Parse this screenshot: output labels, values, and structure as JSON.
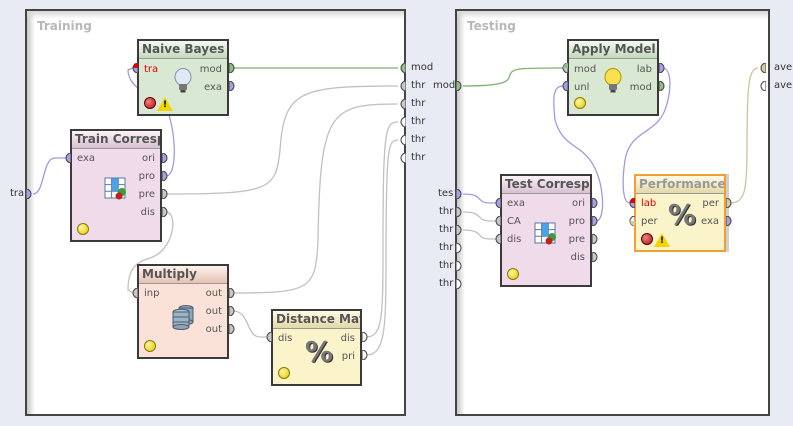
{
  "panels": {
    "training": {
      "title": "Training"
    },
    "testing": {
      "title": "Testing"
    }
  },
  "training_inputs": [
    {
      "label": "tra"
    }
  ],
  "training_outputs": [
    {
      "label": "mod"
    },
    {
      "label": "thr"
    },
    {
      "label": "thr"
    },
    {
      "label": "thr"
    },
    {
      "label": "thr"
    },
    {
      "label": "thr"
    }
  ],
  "testing_inputs": [
    {
      "label": "mod"
    },
    {
      "label": "tes"
    },
    {
      "label": "thr"
    },
    {
      "label": "thr"
    },
    {
      "label": "thr"
    },
    {
      "label": "thr"
    },
    {
      "label": "thr"
    }
  ],
  "testing_outputs": [
    {
      "label": "ave"
    },
    {
      "label": "ave"
    }
  ],
  "operators": {
    "naive_bayes": {
      "title": "Naive Bayes",
      "inputs": [
        "tra"
      ],
      "outputs": [
        "mod",
        "exa"
      ],
      "status": "error",
      "warning": true
    },
    "train_corresp": {
      "title": "Train Corresp...",
      "inputs": [
        "exa"
      ],
      "outputs": [
        "ori",
        "pro",
        "pre",
        "dis"
      ],
      "status": "ok"
    },
    "multiply": {
      "title": "Multiply",
      "inputs": [
        "inp"
      ],
      "outputs": [
        "out",
        "out",
        "out"
      ],
      "status": "ok"
    },
    "distance_matrix": {
      "title": "Distance Matrix",
      "inputs": [
        "dis"
      ],
      "outputs": [
        "dis",
        "pri"
      ],
      "status": "ok"
    },
    "apply_model": {
      "title": "Apply Model",
      "inputs": [
        "mod",
        "unl"
      ],
      "outputs": [
        "lab",
        "mod"
      ],
      "status": "ok"
    },
    "test_corresp": {
      "title": "Test Corresp...",
      "inputs": [
        "exa",
        "CA",
        "dis"
      ],
      "outputs": [
        "ori",
        "pro",
        "pre",
        "dis"
      ],
      "status": "ok"
    },
    "performance": {
      "title": "Performance",
      "inputs": [
        "lab",
        "per"
      ],
      "outputs": [
        "per",
        "exa"
      ],
      "status": "error",
      "warning": true,
      "selected": true
    }
  },
  "colors": {
    "model_port": "#8fbf82",
    "example_port": "#a7a0e6",
    "generic_port": "#c8c8c8",
    "perf_port": "#d6cca0",
    "wire_model": "#7fb06f",
    "wire_example": "#a09ae0",
    "wire_generic": "#c0c0c0",
    "wire_perf": "#cfc39a"
  },
  "icons": {
    "naive_bayes": "lightbulb-icon",
    "train_corresp": "table-transform-icon",
    "multiply": "database-stack-icon",
    "distance_matrix": "percent-icon",
    "apply_model": "lightbulb-lit-icon",
    "test_corresp": "table-transform-icon",
    "performance": "percent-icon"
  },
  "glyphs": {
    "percent": "%",
    "warning": "!"
  }
}
